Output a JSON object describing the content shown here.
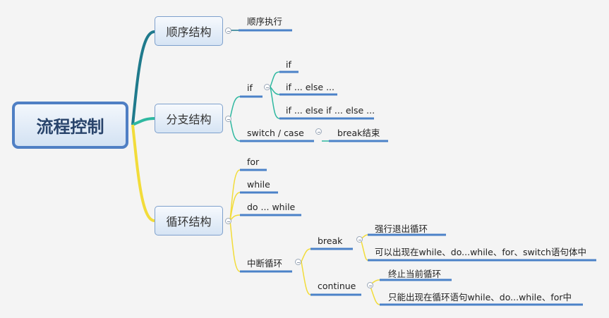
{
  "root": "流程控制",
  "sequence": {
    "label": "顺序结构",
    "child": "顺序执行"
  },
  "branch": {
    "label": "分支结构",
    "if": {
      "label": "if",
      "children": [
        "if",
        "if ... else ...",
        "if ... else if ... else ..."
      ]
    },
    "switch": {
      "label": "switch / case",
      "child": "break结束"
    }
  },
  "loop": {
    "label": "循环结构",
    "children": [
      "for",
      "while",
      "do ... while"
    ],
    "interrupt": {
      "label": "中断循环",
      "break": {
        "label": "break",
        "children": [
          "强行退出循环",
          "可以出现在while、do...while、for、switch语句体中"
        ]
      },
      "continue": {
        "label": "continue",
        "children": [
          "终止当前循环",
          "只能出现在循环语句while、do...while、for中"
        ]
      }
    }
  },
  "colors": {
    "sequence": "#1f7a8c",
    "branch": "#2fb8a0",
    "loop": "#f2dc3a",
    "underline": "#4b82c8"
  }
}
